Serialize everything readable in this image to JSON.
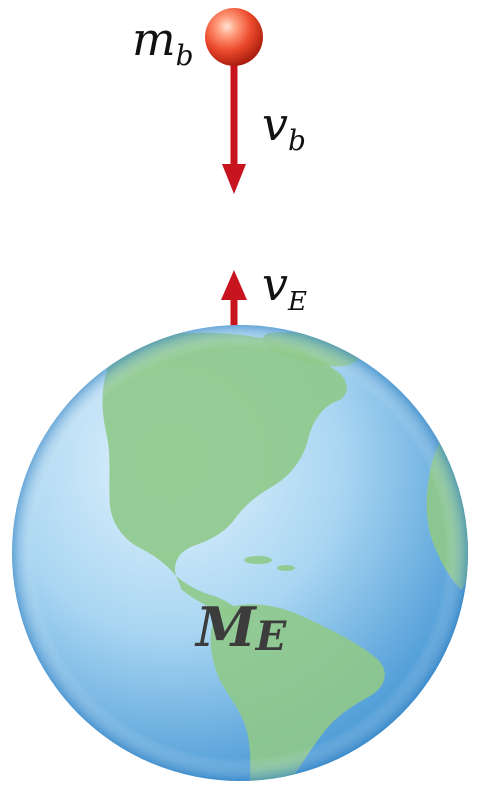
{
  "labels": {
    "ball_mass": {
      "main": "m",
      "sub": "b"
    },
    "ball_velocity": {
      "main": "v",
      "sub": "b"
    },
    "earth_velocity": {
      "main": "v",
      "sub": "E"
    },
    "earth_mass": {
      "main": "M",
      "sub": "E"
    }
  },
  "colors": {
    "arrow": "#c8141e",
    "ball_light": "#ffc2a8",
    "ball_mid": "#ef4a2c",
    "ball_dark": "#b5200f",
    "ocean_light": "#d4ecfa",
    "ocean_dark": "#4fa7df",
    "land": "#8fc98a",
    "label": "#111111",
    "earth_label": "#3c3c3c"
  }
}
